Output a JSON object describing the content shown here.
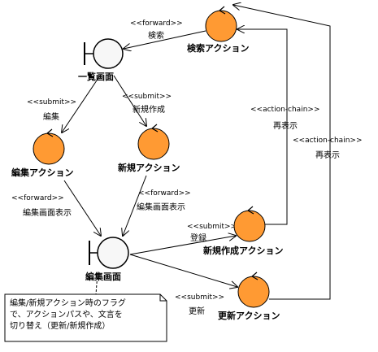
{
  "nodes": {
    "search_action": {
      "name": "検索アクション",
      "kind": "control"
    },
    "list_screen": {
      "name": "一覧画面",
      "kind": "boundary"
    },
    "edit_action": {
      "name": "編集アクション",
      "kind": "control"
    },
    "new_action": {
      "name": "新規アクション",
      "kind": "control"
    },
    "edit_screen": {
      "name": "編集画面",
      "kind": "boundary"
    },
    "new_create_action": {
      "name": "新規作成アクション",
      "kind": "control"
    },
    "update_action": {
      "name": "更新アクション",
      "kind": "control"
    }
  },
  "edges": {
    "search_to_list": {
      "stereotype": "<<forward>>",
      "label": "検索"
    },
    "list_to_edit": {
      "stereotype": "<<submit>>",
      "label": "編集"
    },
    "list_to_new": {
      "stereotype": "<<submit>>",
      "label": "新規作成"
    },
    "edit_to_screen": {
      "stereotype": "<<forward>>",
      "label": "編集画面表示"
    },
    "new_to_screen": {
      "stereotype": "<<forward>>",
      "label": "編集画面表示"
    },
    "screen_to_newcreate": {
      "stereotype": "<<submit>>",
      "label": "登録"
    },
    "screen_to_update": {
      "stereotype": "<<submit>>",
      "label": "更新"
    },
    "newcreate_to_search": {
      "stereotype": "<<action-chain>>",
      "label": "再表示"
    },
    "update_to_search": {
      "stereotype": "<<action-chain>>",
      "label": "再表示"
    }
  },
  "note": {
    "lines": [
      "編集/新規アクション時のフラグ",
      "で、アクションパスや、文言を",
      "切り替え（更新/新規作成）"
    ]
  },
  "colors": {
    "control_fill": "#ff9a33",
    "boundary_fill": "#f7f7f7"
  }
}
